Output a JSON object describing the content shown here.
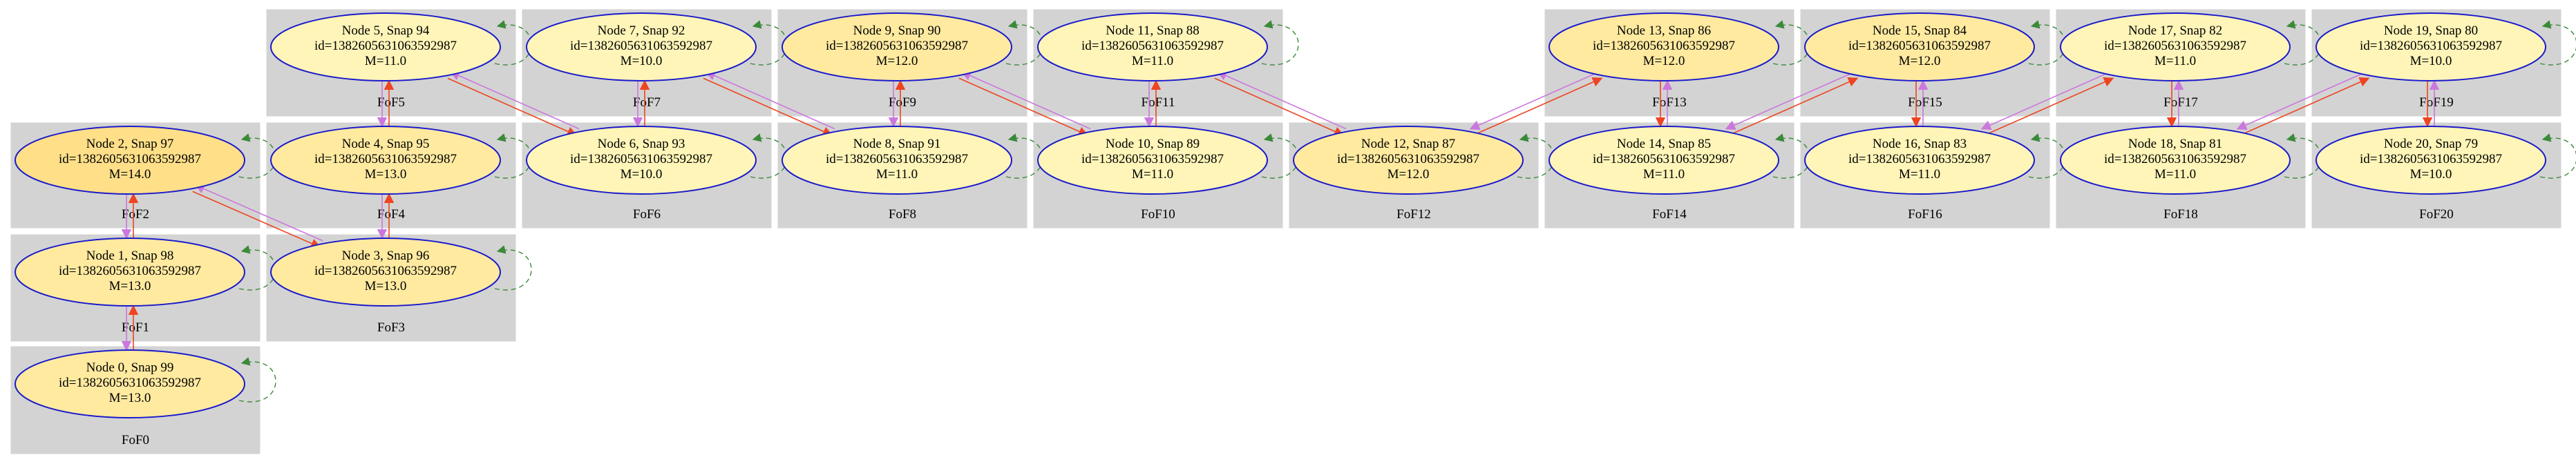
{
  "colors": {
    "cluster_bg": "#d3d3d3",
    "node_stroke": "#1a1acc",
    "node_fill_light": "#fff5b8",
    "node_fill_mid": "#ffeaa0",
    "node_fill_dark": "#ffdf88",
    "edge_progenitor": "#ee4422",
    "edge_descendant": "#cc77dd",
    "self_loop": "#3a8a3a"
  },
  "clusters": [
    {
      "label": "FoF0"
    },
    {
      "label": "FoF1"
    },
    {
      "label": "FoF2"
    },
    {
      "label": "FoF3"
    },
    {
      "label": "FoF4"
    },
    {
      "label": "FoF5"
    },
    {
      "label": "FoF6"
    },
    {
      "label": "FoF7"
    },
    {
      "label": "FoF8"
    },
    {
      "label": "FoF9"
    },
    {
      "label": "FoF10"
    },
    {
      "label": "FoF11"
    },
    {
      "label": "FoF12"
    },
    {
      "label": "FoF13"
    },
    {
      "label": "FoF14"
    },
    {
      "label": "FoF15"
    },
    {
      "label": "FoF16"
    },
    {
      "label": "FoF17"
    },
    {
      "label": "FoF18"
    },
    {
      "label": "FoF19"
    },
    {
      "label": "FoF20"
    }
  ],
  "nodes": [
    {
      "title": "Node 0, Snap 99",
      "id_text": "id=13826056310635929​87",
      "mass": "M=13.0"
    },
    {
      "title": "Node 1, Snap 98",
      "id_text": "id=1382605631063592987",
      "mass": "M=13.0"
    },
    {
      "title": "Node 2, Snap 97",
      "id_text": "id=1382605631063592987",
      "mass": "M=14.0"
    },
    {
      "title": "Node 3, Snap 96",
      "id_text": "id=1382605631063592987",
      "mass": "M=13.0"
    },
    {
      "title": "Node 4, Snap 95",
      "id_text": "id=1382605631063592987",
      "mass": "M=13.0"
    },
    {
      "title": "Node 5, Snap 94",
      "id_text": "id=1382605631063592987",
      "mass": "M=11.0"
    },
    {
      "title": "Node 6, Snap 93",
      "id_text": "id=1382605631063592987",
      "mass": "M=10.0"
    },
    {
      "title": "Node 7, Snap 92",
      "id_text": "id=1382605631063592987",
      "mass": "M=10.0"
    },
    {
      "title": "Node 8, Snap 91",
      "id_text": "id=1382605631063592987",
      "mass": "M=11.0"
    },
    {
      "title": "Node 9, Snap 90",
      "id_text": "id=1382605631063592987",
      "mass": "M=12.0"
    },
    {
      "title": "Node 10, Snap 89",
      "id_text": "id=1382605631063592987",
      "mass": "M=11.0"
    },
    {
      "title": "Node 11, Snap 88",
      "id_text": "id=1382605631063592987",
      "mass": "M=11.0"
    },
    {
      "title": "Node 12, Snap 87",
      "id_text": "id=1382605631063592987",
      "mass": "M=12.0"
    },
    {
      "title": "Node 13, Snap 86",
      "id_text": "id=1382605631063592987",
      "mass": "M=12.0"
    },
    {
      "title": "Node 14, Snap 85",
      "id_text": "id=1382605631063592987",
      "mass": "M=11.0"
    },
    {
      "title": "Node 15, Snap 84",
      "id_text": "id=1382605631063592987",
      "mass": "M=12.0"
    },
    {
      "title": "Node 16, Snap 83",
      "id_text": "id=1382605631063592987",
      "mass": "M=11.0"
    },
    {
      "title": "Node 17, Snap 82",
      "id_text": "id=1382605631063592987",
      "mass": "M=11.0"
    },
    {
      "title": "Node 18, Snap 81",
      "id_text": "id=1382605631063592987",
      "mass": "M=11.0"
    },
    {
      "title": "Node 19, Snap 80",
      "id_text": "id=1382605631063592987",
      "mass": "M=10.0"
    },
    {
      "title": "Node 20, Snap 79",
      "id_text": "id=1382605631063592987",
      "mass": "M=10.0"
    }
  ]
}
